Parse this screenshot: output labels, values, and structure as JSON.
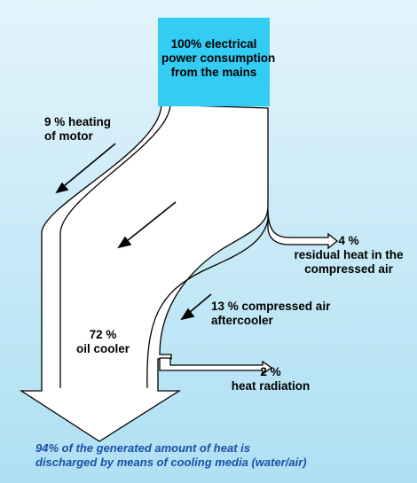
{
  "diagram": {
    "type": "sankey",
    "colors": {
      "background_top": "#e3f4fb",
      "background_bottom": "#aee0f3",
      "source_box": "#33ccf2",
      "flow_fill": "#ffffff",
      "outline": "#000000",
      "caption_text": "#1a4fa8"
    },
    "source": {
      "line1": "100% electrical",
      "line2": "power consumption",
      "line3": "from the mains",
      "value": 100
    },
    "flows": [
      {
        "id": "motor",
        "line1": "9 % heating",
        "line2": "of motor",
        "value": 9
      },
      {
        "id": "residual",
        "line1": "4 %",
        "line2": "residual heat in the",
        "line3": "compressed air",
        "value": 4
      },
      {
        "id": "aftercooler",
        "line1": "13 % compressed air",
        "line2": "aftercooler",
        "value": 13
      },
      {
        "id": "oilcooler",
        "line1": "72 %",
        "line2": "oil cooler",
        "value": 72
      },
      {
        "id": "radiation",
        "line1": "2 %",
        "line2": "heat radiation",
        "value": 2
      }
    ],
    "caption": {
      "line1": "94% of the generated amount of heat is",
      "line2": "discharged by means of cooling media (water/air)"
    }
  }
}
